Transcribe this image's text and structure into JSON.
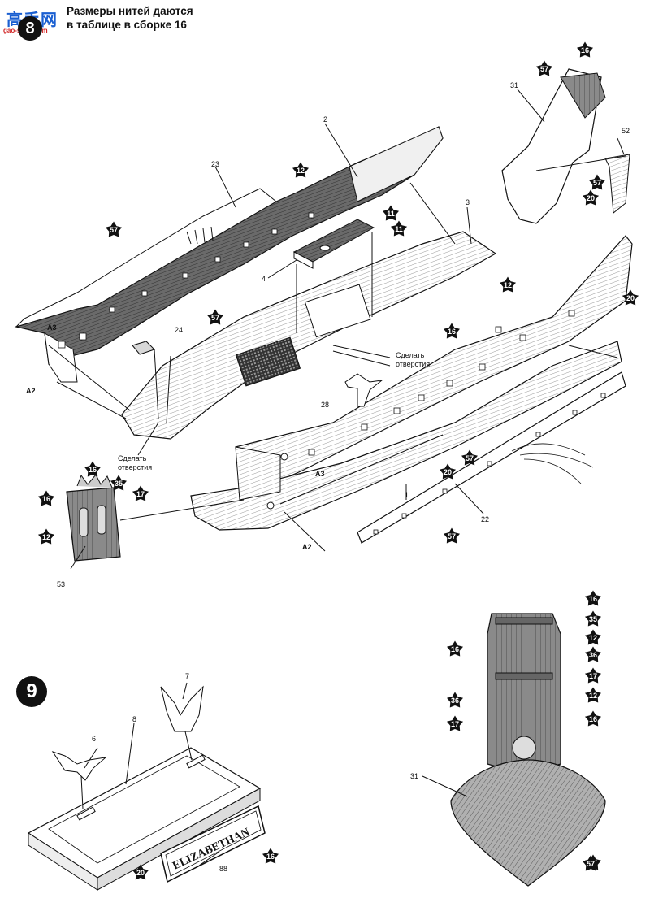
{
  "watermark": {
    "text": "高手网",
    "url": "gao-shou.com"
  },
  "header": {
    "step_8_number": "8",
    "line1": "Размеры нитей даются",
    "line2": "в таблице в сборке 16"
  },
  "step_9": {
    "number": "9"
  },
  "notes": {
    "holes_a_line1": "Сделать",
    "holes_a_line2": "отверстия",
    "holes_b_line1": "Сделать",
    "holes_b_line2": "отверстия"
  },
  "stand_plate_text": "ELIZABETHAN",
  "part_labels": [
    {
      "id": "p2",
      "text": "2"
    },
    {
      "id": "p23",
      "text": "23"
    },
    {
      "id": "p3",
      "text": "3"
    },
    {
      "id": "p4",
      "text": "4"
    },
    {
      "id": "p24",
      "text": "24"
    },
    {
      "id": "p28",
      "text": "28"
    },
    {
      "id": "p1",
      "text": "1"
    },
    {
      "id": "p22",
      "text": "22"
    },
    {
      "id": "p53",
      "text": "53"
    },
    {
      "id": "p31a",
      "text": "31"
    },
    {
      "id": "p52",
      "text": "52"
    },
    {
      "id": "p31b",
      "text": "31"
    },
    {
      "id": "p7",
      "text": "7"
    },
    {
      "id": "p6",
      "text": "6"
    },
    {
      "id": "p8",
      "text": "8"
    },
    {
      "id": "p88",
      "text": "88"
    },
    {
      "id": "a3a",
      "text": "A3"
    },
    {
      "id": "a2a",
      "text": "A2"
    },
    {
      "id": "a3b",
      "text": "A3"
    },
    {
      "id": "a2b",
      "text": "A2"
    }
  ],
  "color_stars": [
    {
      "id": "s1",
      "text": "16"
    },
    {
      "id": "s2",
      "text": "57"
    },
    {
      "id": "s3",
      "text": "57"
    },
    {
      "id": "s4",
      "text": "20"
    },
    {
      "id": "s5",
      "text": "12"
    },
    {
      "id": "s6",
      "text": "57"
    },
    {
      "id": "s7",
      "text": "11"
    },
    {
      "id": "s8",
      "text": "11"
    },
    {
      "id": "s9",
      "text": "57"
    },
    {
      "id": "s10",
      "text": "12"
    },
    {
      "id": "s11",
      "text": "20"
    },
    {
      "id": "s12",
      "text": "57"
    },
    {
      "id": "s13",
      "text": "16"
    },
    {
      "id": "s14",
      "text": "57"
    },
    {
      "id": "s15",
      "text": "20"
    },
    {
      "id": "s16",
      "text": "16"
    },
    {
      "id": "s17",
      "text": "35"
    },
    {
      "id": "s18",
      "text": "17"
    },
    {
      "id": "s19",
      "text": "16"
    },
    {
      "id": "s20",
      "text": "12"
    },
    {
      "id": "s21",
      "text": "57"
    },
    {
      "id": "s22",
      "text": "16"
    },
    {
      "id": "s23",
      "text": "35"
    },
    {
      "id": "s24",
      "text": "16"
    },
    {
      "id": "s25",
      "text": "12"
    },
    {
      "id": "s26",
      "text": "36"
    },
    {
      "id": "s27",
      "text": "17"
    },
    {
      "id": "s28",
      "text": "12"
    },
    {
      "id": "s29",
      "text": "36"
    },
    {
      "id": "s30",
      "text": "16"
    },
    {
      "id": "s31",
      "text": "17"
    },
    {
      "id": "s32",
      "text": "57"
    },
    {
      "id": "s33",
      "text": "16"
    },
    {
      "id": "s34",
      "text": "20"
    }
  ]
}
